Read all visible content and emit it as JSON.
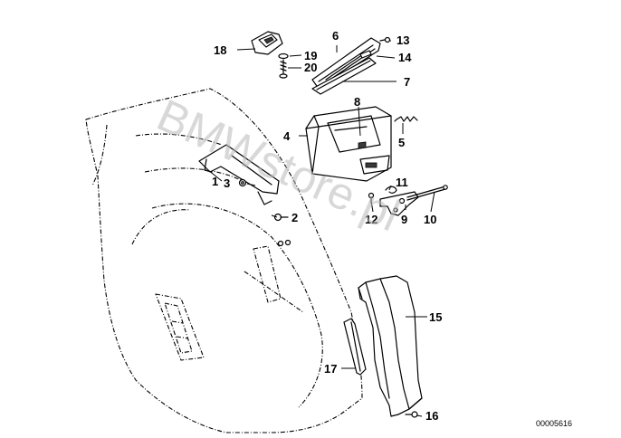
{
  "watermark": "BMWstore.pl",
  "diagram_ref": "00005616",
  "callouts": [
    {
      "id": "c1",
      "label": "1"
    },
    {
      "id": "c2",
      "label": "2"
    },
    {
      "id": "c3",
      "label": "3"
    },
    {
      "id": "c4",
      "label": "4"
    },
    {
      "id": "c5",
      "label": "5"
    },
    {
      "id": "c6",
      "label": "6"
    },
    {
      "id": "c7",
      "label": "7"
    },
    {
      "id": "c8",
      "label": "8"
    },
    {
      "id": "c9",
      "label": "9"
    },
    {
      "id": "c10",
      "label": "10"
    },
    {
      "id": "c11",
      "label": "11"
    },
    {
      "id": "c12",
      "label": "12"
    },
    {
      "id": "c13",
      "label": "13"
    },
    {
      "id": "c14",
      "label": "14"
    },
    {
      "id": "c15",
      "label": "15"
    },
    {
      "id": "c16",
      "label": "16"
    },
    {
      "id": "c17",
      "label": "17"
    },
    {
      "id": "c18",
      "label": "18"
    },
    {
      "id": "c19",
      "label": "19"
    },
    {
      "id": "c20",
      "label": "20"
    }
  ]
}
